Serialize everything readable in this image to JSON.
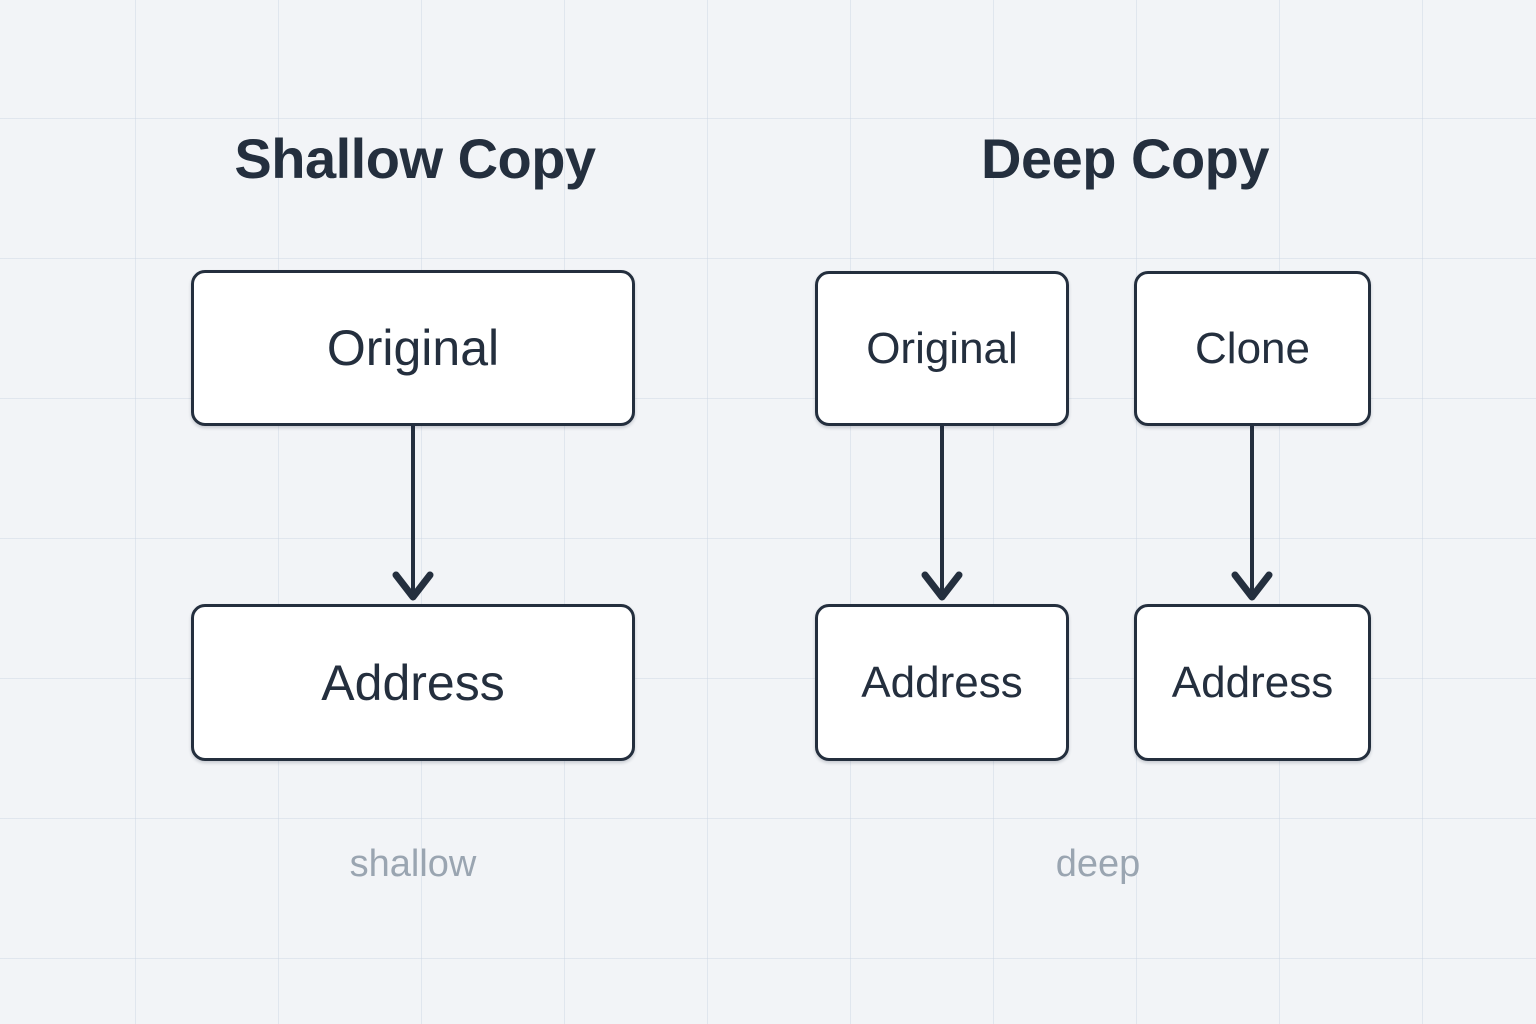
{
  "diagram": {
    "background_color": "#f2f4f7",
    "grid_line_color": "#cbd5e1",
    "stroke_color": "#242f3e",
    "box_fill_color": "#ffffff",
    "caption_color": "#9aa5b1",
    "panels": [
      {
        "id": "shallow",
        "title": "Shallow Copy",
        "caption": "shallow",
        "nodes": [
          {
            "id": "shallow-original",
            "label": "Original"
          },
          {
            "id": "shallow-address",
            "label": "Address"
          }
        ],
        "edges": [
          {
            "from": "shallow-original",
            "to": "shallow-address",
            "arrowhead": "open-v"
          }
        ]
      },
      {
        "id": "deep",
        "title": "Deep Copy",
        "caption": "deep",
        "nodes": [
          {
            "id": "deep-original",
            "label": "Original"
          },
          {
            "id": "deep-clone",
            "label": "Clone"
          },
          {
            "id": "deep-address-original",
            "label": "Address"
          },
          {
            "id": "deep-address-clone",
            "label": "Address"
          }
        ],
        "edges": [
          {
            "from": "deep-original",
            "to": "deep-address-original",
            "arrowhead": "open-v"
          },
          {
            "from": "deep-clone",
            "to": "deep-address-clone",
            "arrowhead": "open-v"
          }
        ]
      }
    ]
  }
}
